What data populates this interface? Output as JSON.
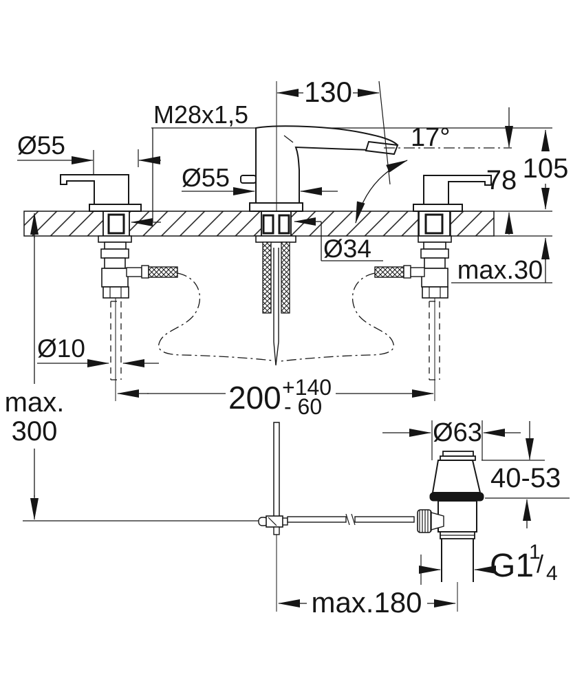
{
  "labels": {
    "spout_projection": "130",
    "mounting_thread": "M28x1,5",
    "spout_angle": "17°",
    "handle_escutcheon_diameter": "Ø55",
    "spout_body_diameter": "Ø55",
    "outlet_height": "78",
    "total_height": "105",
    "center_hole_diameter": "Ø34",
    "max_deck_thickness": "max.30",
    "pull_rod_diameter": "Ø10",
    "hole_spacing": "200",
    "hole_spacing_tolerance_plus": "+140",
    "hole_spacing_tolerance_minus": "- 60",
    "max_rod_length_word": "max.",
    "max_rod_length_value": "300",
    "waste_flange_diameter": "Ø63",
    "waste_height_range": "40-53",
    "waste_thread_prefix": "G1",
    "waste_thread_numerator": "1",
    "waste_thread_slash": "/",
    "waste_thread_denominator": "4",
    "max_lever_reach": "max.180"
  }
}
